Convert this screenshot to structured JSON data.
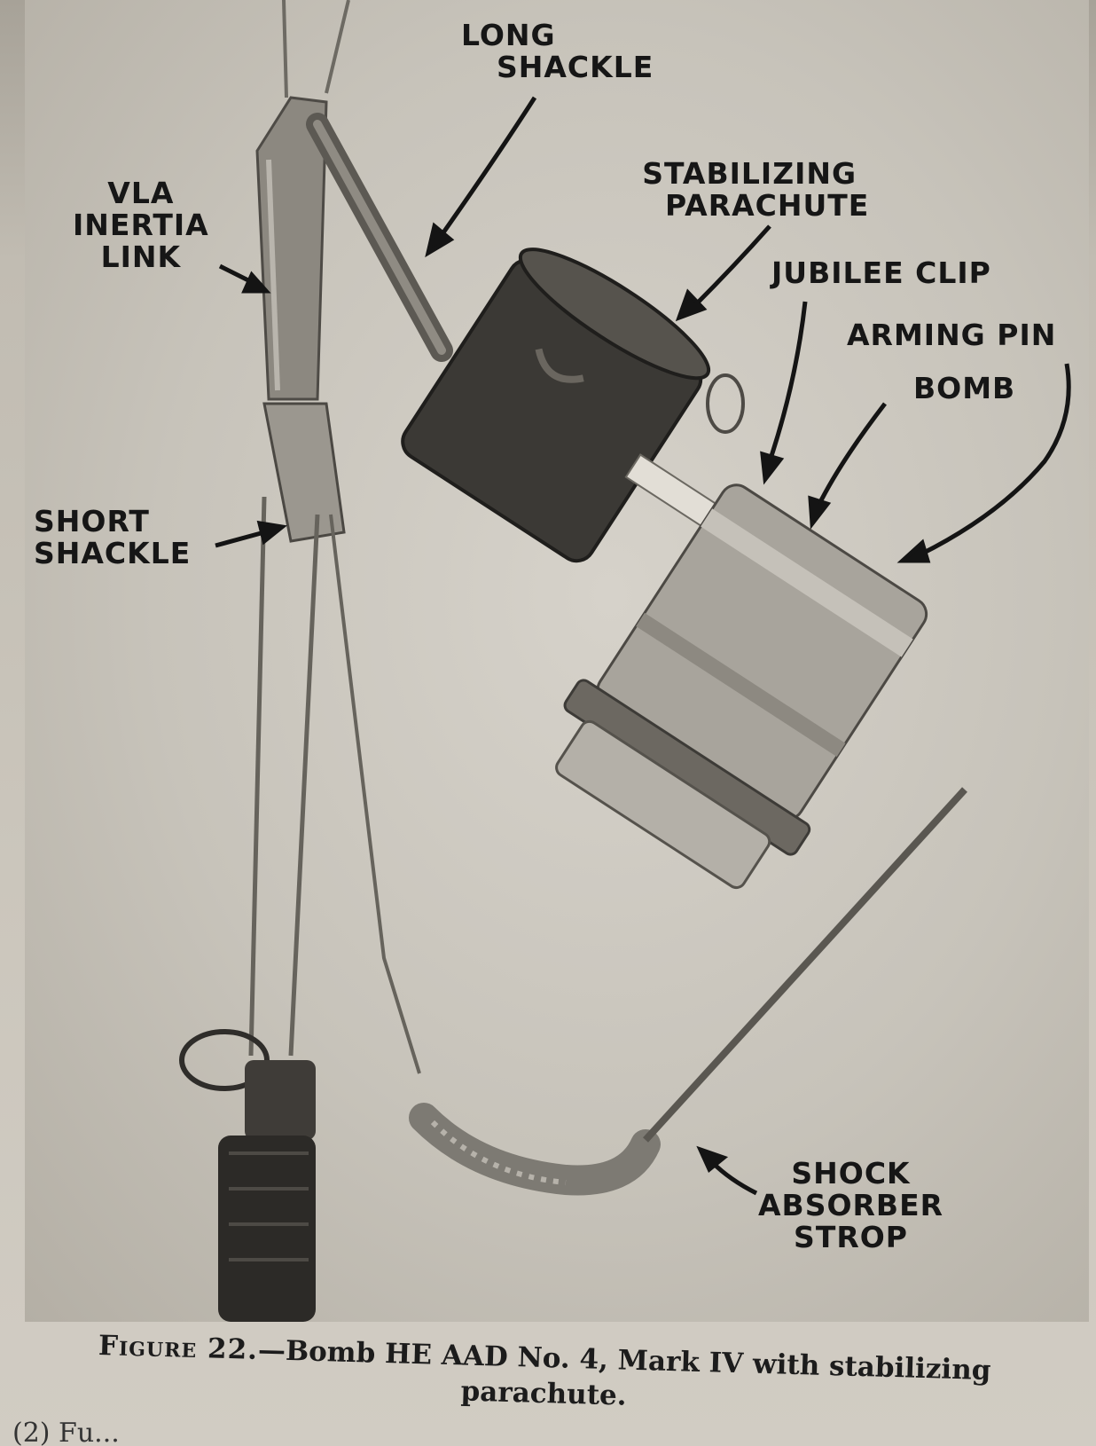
{
  "labels": {
    "long_shackle": [
      "LONG",
      "SHACKLE"
    ],
    "stabilizing_parachute": [
      "STABILIZING",
      "PARACHUTE"
    ],
    "vla_inertia_link": [
      "VLA",
      "INERTIA",
      "LINK"
    ],
    "jubilee_clip": [
      "JUBILEE CLIP"
    ],
    "arming_pin": [
      "ARMING PIN"
    ],
    "bomb": [
      "BOMB"
    ],
    "short_shackle": [
      "SHORT",
      "SHACKLE"
    ],
    "shock_absorber_strop": [
      "SHOCK",
      "ABSORBER",
      "STROP"
    ]
  },
  "caption": {
    "figure": "Figure 22.",
    "line1": "—Bomb HE AAD No. 4, Mark IV with stabilizing",
    "line2": "parachute."
  },
  "partial_bottom_text": "(2) Fu..."
}
